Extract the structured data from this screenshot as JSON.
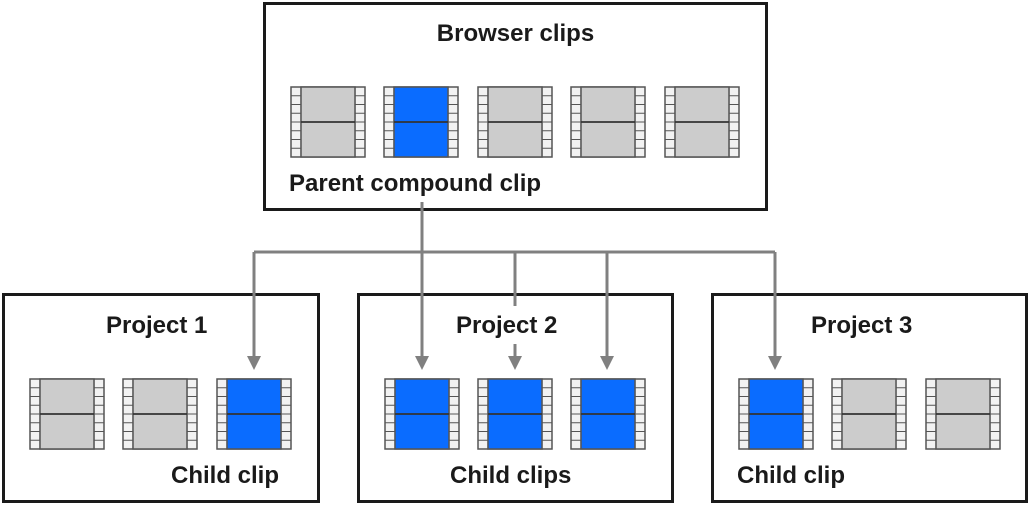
{
  "colors": {
    "highlight": "#0a6cff",
    "plain": "#cccccc",
    "sprocket": "#f2f2f2",
    "outline": "#555555",
    "arrow": "#808080",
    "border": "#1a1a1a"
  },
  "browser": {
    "title": "Browser clips",
    "caption": "Parent compound clip",
    "clips": [
      {
        "highlighted": false
      },
      {
        "highlighted": true
      },
      {
        "highlighted": false
      },
      {
        "highlighted": false
      },
      {
        "highlighted": false
      }
    ]
  },
  "projects": [
    {
      "title": "Project 1",
      "caption": "Child clip",
      "clips": [
        {
          "highlighted": false
        },
        {
          "highlighted": false
        },
        {
          "highlighted": true
        }
      ]
    },
    {
      "title": "Project 2",
      "caption": "Child clips",
      "clips": [
        {
          "highlighted": true
        },
        {
          "highlighted": true
        },
        {
          "highlighted": true
        }
      ]
    },
    {
      "title": "Project 3",
      "caption": "Child clip",
      "clips": [
        {
          "highlighted": true
        },
        {
          "highlighted": false
        },
        {
          "highlighted": false
        }
      ]
    }
  ]
}
